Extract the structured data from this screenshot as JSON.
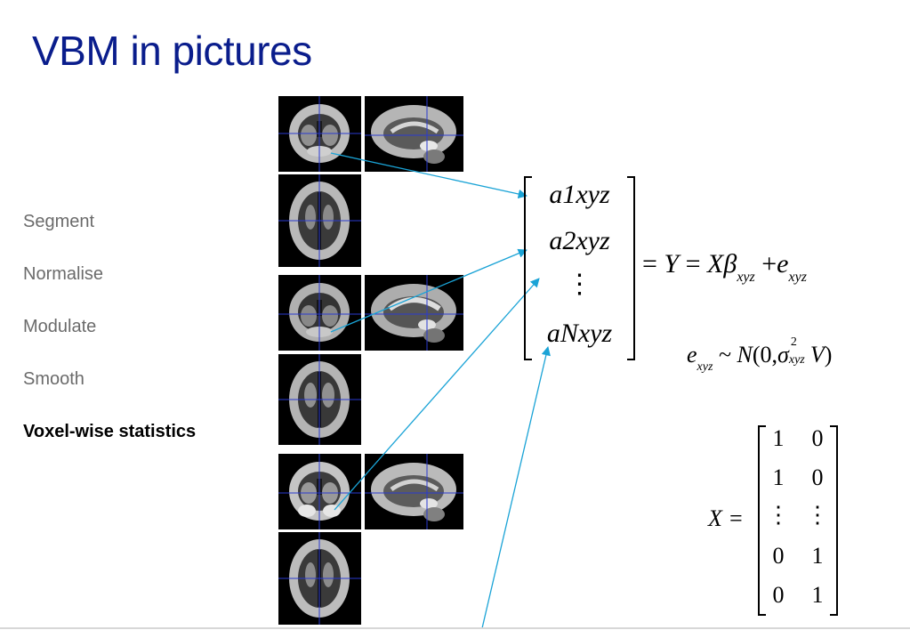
{
  "slide": {
    "title": "VBM in pictures",
    "steps": [
      {
        "label": "Segment",
        "active": false
      },
      {
        "label": "Normalise",
        "active": false
      },
      {
        "label": "Modulate",
        "active": false
      },
      {
        "label": "Smooth",
        "active": false
      },
      {
        "label": "Voxel-wise statistics",
        "active": true
      }
    ]
  },
  "equation": {
    "vector_rows": [
      "a1xyz",
      "a2xyz",
      "⋮",
      "aNxyz"
    ],
    "model": {
      "eq1": "=",
      "Y": "Y",
      "eq2": "=",
      "X": "X",
      "beta": "β",
      "beta_sub": "xyz",
      "plus": "+",
      "e": "e",
      "e_sub": "xyz"
    },
    "error": {
      "e": "e",
      "e_sub": "xyz",
      "tilde": "~",
      "N": "N",
      "open": "(0,",
      "sigma": "σ",
      "sigma_sup": "2",
      "sigma_sub": "xyz",
      "V": "V",
      "close": ")"
    },
    "design": {
      "lhs": "X =",
      "rows": [
        [
          "1",
          "0"
        ],
        [
          "1",
          "0"
        ],
        [
          "⋮",
          "⋮"
        ],
        [
          "0",
          "1"
        ],
        [
          "0",
          "1"
        ]
      ]
    }
  },
  "colors": {
    "title": "#0a1d8c",
    "step_inactive": "#6b6b6b",
    "step_active": "#000000",
    "arrow": "#1aa3d6",
    "crosshair": "#2a3ad0"
  },
  "icons": [
    "brain-coronal-image",
    "brain-sagittal-image",
    "brain-axial-image"
  ]
}
